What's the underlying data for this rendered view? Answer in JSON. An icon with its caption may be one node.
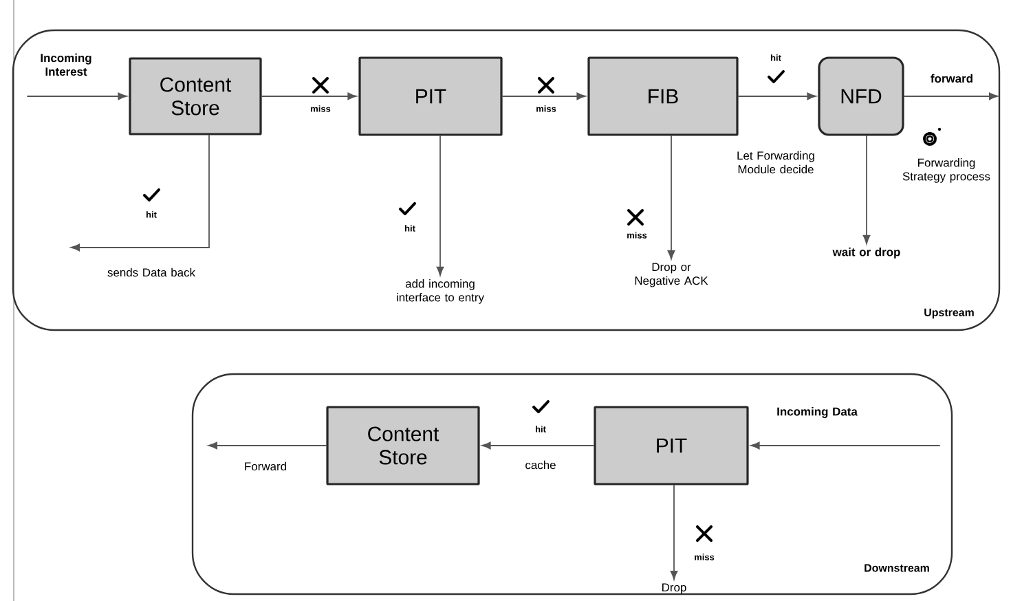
{
  "diagram": {
    "nodes": [
      {
        "text": [
          "Upstream"
        ]
      },
      {
        "text": [
          "Content Store"
        ],
        "in": 0
      },
      {
        "text": [
          "PIT"
        ],
        "in": 0
      },
      {
        "text": [
          "FIB"
        ],
        "in": 0
      },
      {
        "text": [
          "NFD"
        ],
        "in": 0
      },
      {
        "text": [
          "add incoming interface to entry"
        ],
        "in": 0
      },
      {
        "text": [
          "Drop or Negative ACK"
        ],
        "in": 0
      },
      {
        "text": [
          "wait or drop"
        ],
        "in": 0
      },
      {
        "text": [
          "Downstream"
        ]
      },
      {
        "text": [
          "Content Store"
        ],
        "in": 8
      },
      {
        "text": [
          "PIT"
        ],
        "in": 8
      },
      {
        "text": [
          "Drop"
        ],
        "in": 8
      }
    ],
    "edges": [
      {
        "from": null,
        "to": 1,
        "arrow": "to",
        "label": "Incoming Interest"
      },
      {
        "from": 1,
        "to": 2,
        "arrow": "to",
        "label": "miss"
      },
      {
        "from": 2,
        "to": 3,
        "arrow": "to",
        "label": "miss"
      },
      {
        "from": 3,
        "to": 4,
        "arrow": "to",
        "label": "hit"
      },
      {
        "from": 4,
        "to": null,
        "arrow": "to",
        "label": "forward"
      },
      {
        "from": 1,
        "to": null,
        "arrow": "to",
        "label": "sends Data back"
      },
      {
        "from": 2,
        "to": 5,
        "arrow": "to",
        "label": "hit"
      },
      {
        "from": 3,
        "to": 6,
        "arrow": "to",
        "label": "miss"
      },
      {
        "from": 4,
        "to": 7,
        "arrow": "to"
      },
      {
        "from": null,
        "to": 10,
        "arrow": "to",
        "label": "Incoming Data"
      },
      {
        "from": 10,
        "to": 9,
        "arrow": "to",
        "label": "hit"
      },
      {
        "from": 9,
        "to": null,
        "arrow": "to",
        "label": "Forward"
      },
      {
        "from": 10,
        "to": 11,
        "arrow": "to",
        "label": "miss"
      }
    ],
    "labels": [
      "hit",
      "Let Forwarding Module decide",
      "Forwarding Strategy process",
      "cache"
    ]
  }
}
